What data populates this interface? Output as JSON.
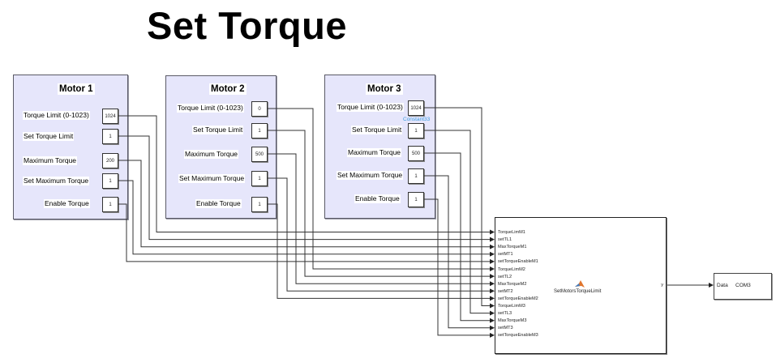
{
  "title": "Set Torque",
  "motors": [
    {
      "name": "Motor 1",
      "rows": [
        {
          "label": "Torque Limit (0-1023)",
          "value": "1024"
        },
        {
          "label": "Set Torque Limit",
          "value": "1"
        },
        {
          "label": "Maximum Torque",
          "value": "200"
        },
        {
          "label": "Set Maximum Torque",
          "value": "1"
        },
        {
          "label": "Enable Torque",
          "value": "1"
        }
      ]
    },
    {
      "name": "Motor 2",
      "rows": [
        {
          "label": "Torque Limit (0-1023)",
          "value": "0"
        },
        {
          "label": "Set Torque Limit",
          "value": "1"
        },
        {
          "label": "Maximum Torque",
          "value": "500"
        },
        {
          "label": "Set Maximum Torque",
          "value": "1"
        },
        {
          "label": "Enable Torque",
          "value": "1"
        }
      ]
    },
    {
      "name": "Motor 3",
      "constant_name": "Constant33",
      "rows": [
        {
          "label": "Torque Limit (0-1023)",
          "value": "1024"
        },
        {
          "label": "Set Torque Limit",
          "value": "1"
        },
        {
          "label": "Maximum Torque",
          "value": "500"
        },
        {
          "label": "Set Maximum Torque",
          "value": "1"
        },
        {
          "label": "Enable Torque",
          "value": "1"
        }
      ]
    }
  ],
  "function_block": {
    "name": "SetMotorsTorqueLimit",
    "icon": "matlab-function-icon",
    "inputs": [
      "TorqueLimM1",
      "setTL1",
      "MaxTorqueM1",
      "setMT1",
      "setTorqueEnableM1",
      "TorqueLimM2",
      "setTL2",
      "MaxTorqueM2",
      "setMT2",
      "setTorqueEnableM2",
      "TorqueLimM3",
      "setTL3",
      "MaxTorqueM3",
      "setMT3",
      "setTorqueEnableM3"
    ],
    "output": "y"
  },
  "serial_block": {
    "input": "Data",
    "port": "COM3"
  },
  "colors": {
    "panel_bg": "#e6e6fb",
    "constant_name": "#3b9be0"
  }
}
